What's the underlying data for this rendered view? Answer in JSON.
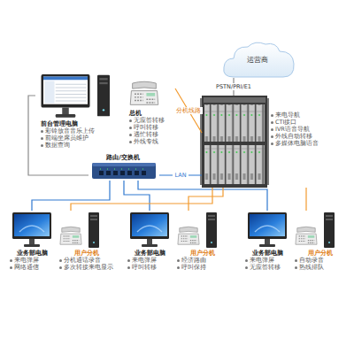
{
  "diagram": {
    "nodes": [
      {
        "text": [
          "前台管理电脑",
          "彩铃放音音乐上传",
          "前端坐席员维护",
          "数据查询"
        ]
      },
      {
        "text": [
          "总机",
          "无应答转移",
          "呼叫转移",
          "遇忙转移",
          "外线专线"
        ]
      },
      {
        "text": [
          "运营商"
        ]
      },
      {
        "text": [
          "来电导航",
          "CTI接口",
          "IVR语音导航",
          "外线自动转移",
          "多媒体电脑语音"
        ]
      },
      {
        "text": [
          "路由/交换机"
        ]
      },
      {
        "text": [
          "业务部电脑",
          "来电弹屏",
          "网络通信"
        ]
      },
      {
        "text": [
          "用户分机",
          "分机通话录音",
          "多次转接来电显示"
        ]
      },
      {
        "text": [
          "业务部电脑",
          "来电弹屏",
          "呼叫转移"
        ]
      },
      {
        "text": [
          "用户分机",
          "经济路由",
          "呼叫保持"
        ]
      },
      {
        "text": [
          "业务部电脑",
          "来电弹屏",
          "无应答转移"
        ]
      },
      {
        "text": [
          "用户分机",
          "自动录音",
          "热线排队"
        ]
      }
    ],
    "edges": [
      {
        "from": 2,
        "to": 3,
        "label": "PSTN/PRI/E1",
        "arrow": "none"
      },
      {
        "from": 1,
        "to": 3,
        "label": "分机线路",
        "arrow": "none"
      },
      {
        "from": 0,
        "to": 4,
        "arrow": "none"
      },
      {
        "from": 4,
        "to": 3,
        "label": "LAN",
        "arrow": "none"
      },
      {
        "from": 4,
        "to": 5,
        "arrow": "none"
      },
      {
        "from": 4,
        "to": 7,
        "arrow": "none"
      },
      {
        "from": 4,
        "to": 9,
        "arrow": "none"
      },
      {
        "from": 3,
        "to": 6,
        "arrow": "none"
      },
      {
        "from": 3,
        "to": 8,
        "arrow": "none"
      },
      {
        "from": 3,
        "to": 10,
        "arrow": "none"
      }
    ]
  }
}
